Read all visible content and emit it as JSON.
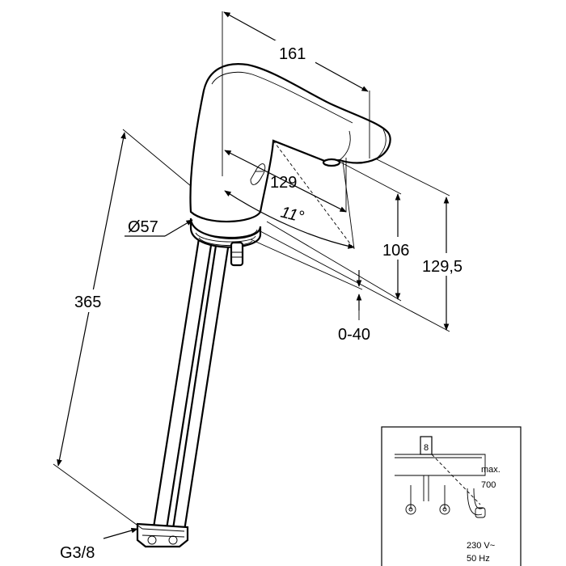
{
  "dimensions": {
    "width_161": "161",
    "depth_129": "129",
    "angle_11": "11°",
    "height_106": "106",
    "height_129_5": "129,5",
    "range_0_40": "0-40",
    "height_365": "365",
    "diameter_57": "Ø57",
    "thread_g3_8": "G3/8"
  },
  "inset": {
    "max_label": "max.",
    "max_value": "700",
    "voltage": "230 V~",
    "frequency": "50 Hz",
    "marker": "8"
  }
}
